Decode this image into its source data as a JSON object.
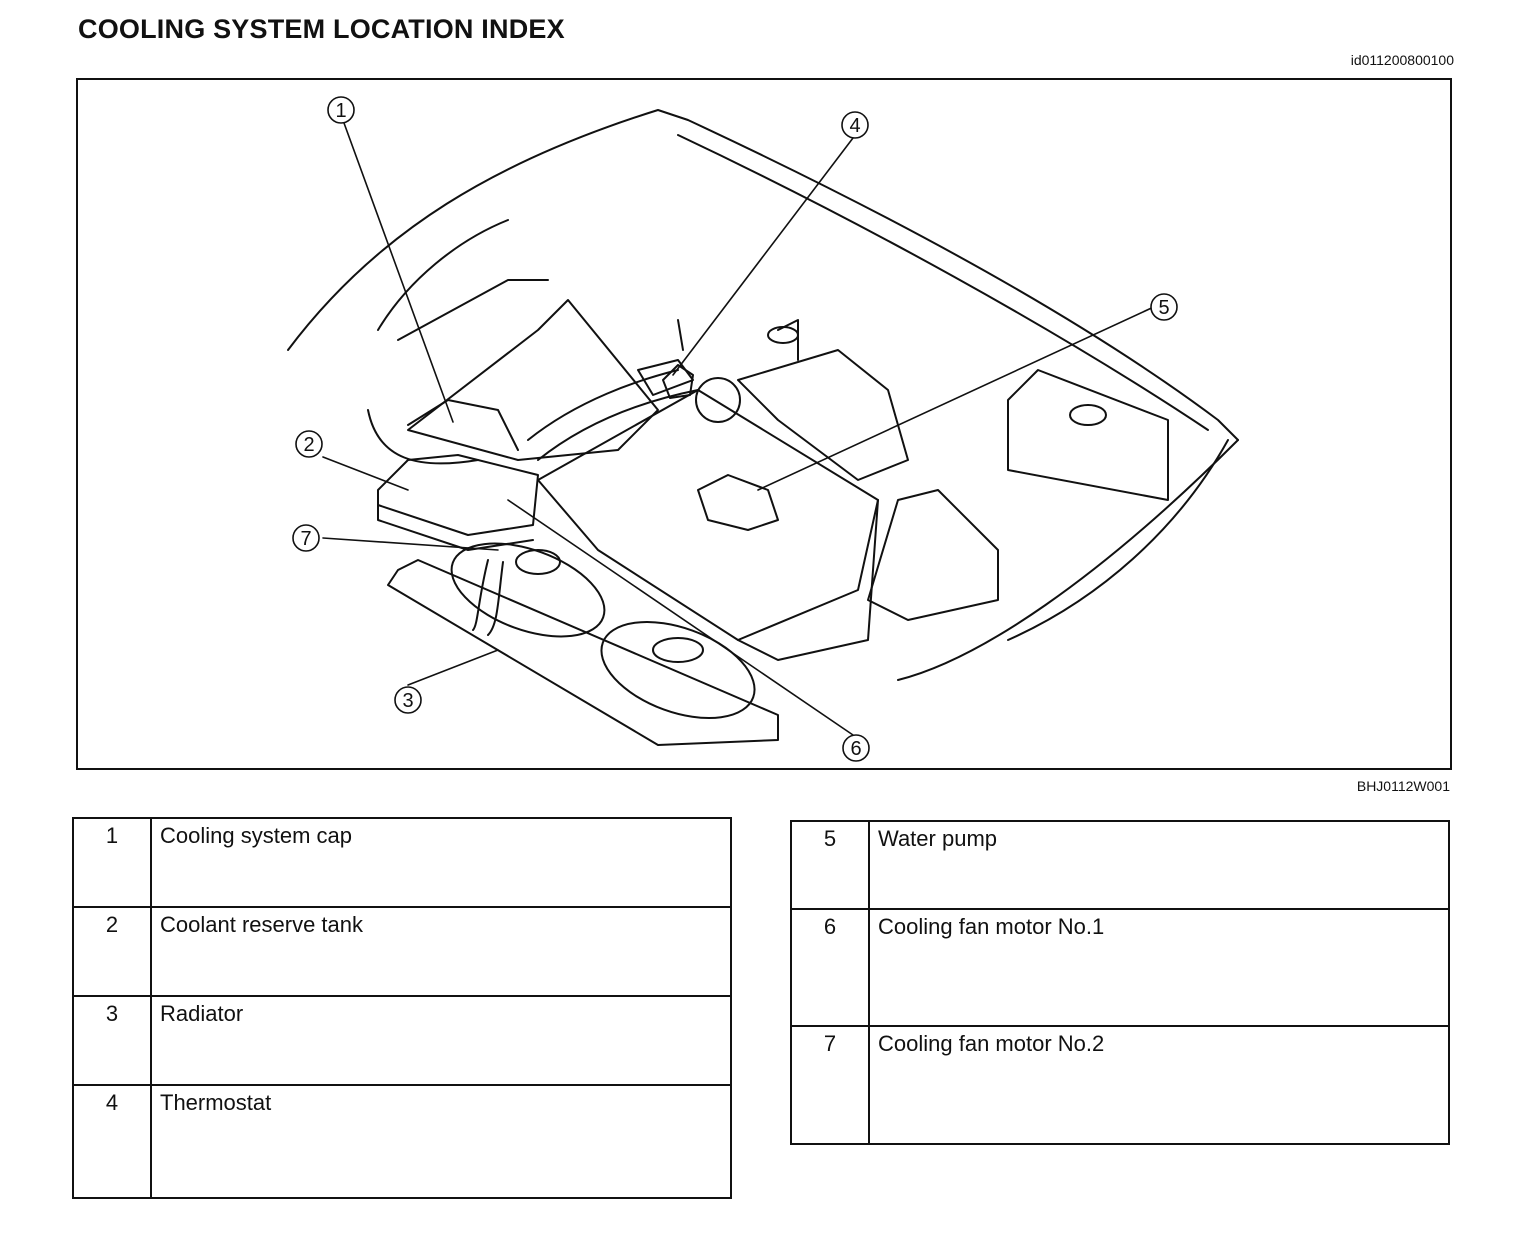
{
  "header": {
    "title": "COOLING SYSTEM LOCATION INDEX",
    "doc_id": "id011200800100"
  },
  "figure": {
    "figure_id": "BHJ0112W001",
    "callouts": [
      "1",
      "2",
      "3",
      "4",
      "5",
      "6",
      "7"
    ]
  },
  "index_left": [
    {
      "num": "1",
      "label": "Cooling system cap"
    },
    {
      "num": "2",
      "label": "Coolant reserve tank"
    },
    {
      "num": "3",
      "label": "Radiator"
    },
    {
      "num": "4",
      "label": "Thermostat"
    }
  ],
  "index_right": [
    {
      "num": "5",
      "label": "Water pump"
    },
    {
      "num": "6",
      "label": "Cooling fan motor No.1"
    },
    {
      "num": "7",
      "label": "Cooling fan motor No.2"
    }
  ]
}
